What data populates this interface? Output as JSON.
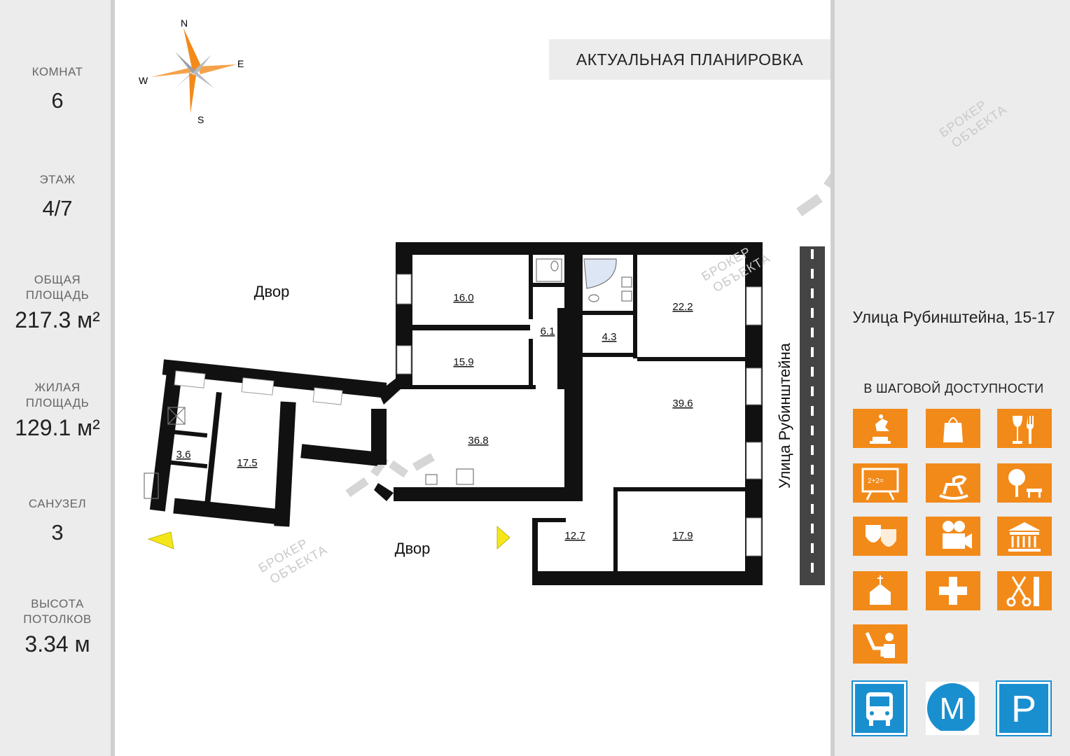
{
  "stats": [
    {
      "label": "КОМНАТ",
      "value": "6"
    },
    {
      "label": "ЭТАЖ",
      "value": "4/7"
    },
    {
      "label": "ОБЩАЯ\nПЛОЩАДЬ",
      "value": "217.3 м²"
    },
    {
      "label": "ЖИЛАЯ\nПЛОЩАДЬ",
      "value": "129.1 м²"
    },
    {
      "label": "САНУЗЕЛ",
      "value": "3"
    },
    {
      "label": "ВЫСОТА\nПОТОЛКОВ",
      "value": "3.34 м"
    }
  ],
  "plan": {
    "title": "АКТУАЛЬНАЯ ПЛАНИРОВКА",
    "compass": {
      "n": "N",
      "e": "E",
      "s": "S",
      "w": "W"
    },
    "yard_labels": [
      "Двор",
      "Двор"
    ],
    "street_label": "Улица Рубинштейна",
    "watermark": [
      "БРОКЕР",
      "ОБЪЕКТА"
    ],
    "rooms": [
      "16.0",
      "15.9",
      "6.1",
      "4.3",
      "22.2",
      "36.8",
      "39.6",
      "3.6",
      "17.5",
      "12.7",
      "17.9"
    ]
  },
  "sidebar": {
    "address": "Улица Рубинштейна, 15-17",
    "walking_title": "В ШАГОВОЙ ДОСТУПНОСТИ",
    "icons": [
      "monument-icon",
      "shopping-icon",
      "restaurant-icon",
      "school-icon",
      "kindergarten-icon",
      "park-icon",
      "theater-icon",
      "cinema-icon",
      "museum-icon",
      "church-icon",
      "medical-icon",
      "barber-icon",
      "fitness-icon"
    ],
    "transport": [
      "bus-icon",
      "metro-icon",
      "parking-icon"
    ],
    "metro_letter": "М",
    "parking_letter": "P",
    "school_board": "2+2="
  },
  "colors": {
    "accent": "#f28a1a",
    "transport": "#1a8fd0",
    "panel": "#ececec"
  }
}
